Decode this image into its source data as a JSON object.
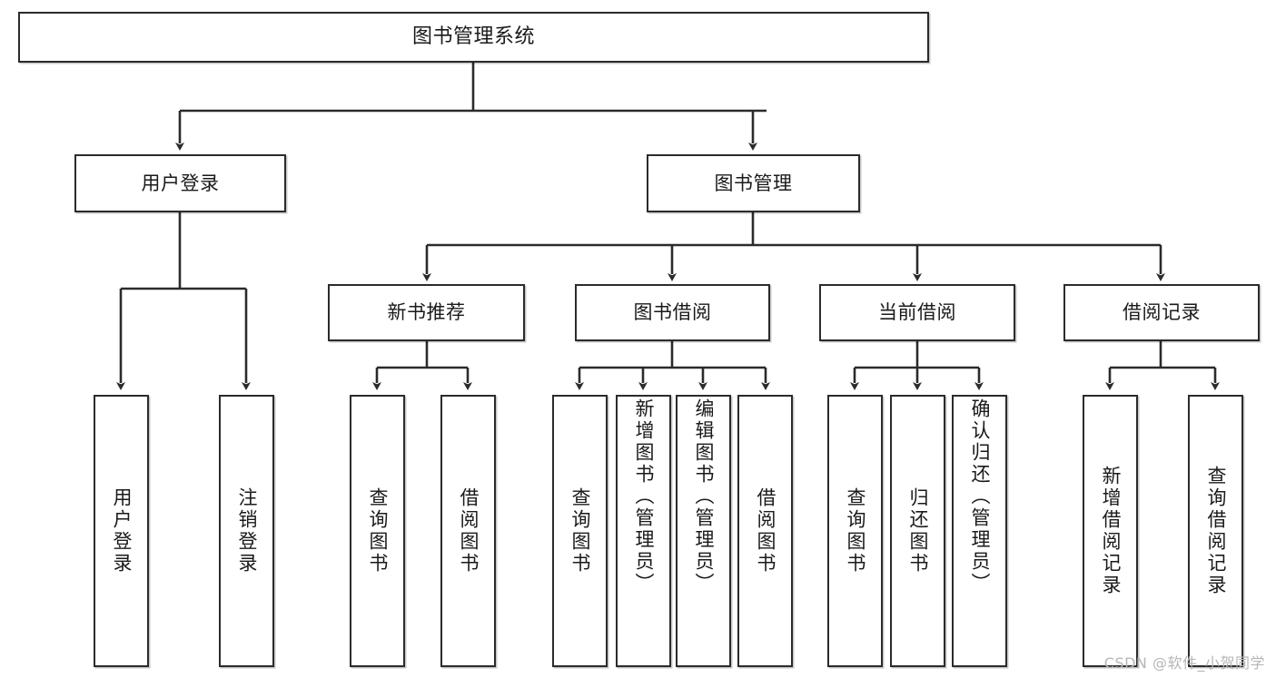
{
  "diagram": {
    "title": "图书管理系统",
    "type": "tree-hierarchy",
    "watermark": "CSDN @软件_小贺同学",
    "colors": {
      "stroke": "#2b2b2b",
      "fill": "#ffffff",
      "text": "#1a1a1a",
      "watermark": "#b6b6b6"
    },
    "root": {
      "label": "图书管理系统"
    },
    "branches": [
      {
        "label": "用户登录"
      },
      {
        "label": "图书管理"
      }
    ],
    "subbranches": [
      {
        "label": "新书推荐"
      },
      {
        "label": "图书借阅"
      },
      {
        "label": "当前借阅"
      },
      {
        "label": "借阅记录"
      }
    ],
    "leaves": {
      "user_login": [
        {
          "label": "用户登录"
        },
        {
          "label": "注销登录"
        }
      ],
      "new_book_recommend": [
        {
          "label": "查询图书"
        },
        {
          "label": "借阅图书"
        }
      ],
      "book_borrow": [
        {
          "label": "查询图书"
        },
        {
          "label": "新增图书（管理员）"
        },
        {
          "label": "编辑图书（管理员）"
        },
        {
          "label": "借阅图书"
        }
      ],
      "current_borrow": [
        {
          "label": "查询图书"
        },
        {
          "label": "归还图书"
        },
        {
          "label": "确认归还（管理员）"
        }
      ],
      "borrow_records": [
        {
          "label": "新增借阅记录"
        },
        {
          "label": "查询借阅记录"
        }
      ]
    }
  }
}
